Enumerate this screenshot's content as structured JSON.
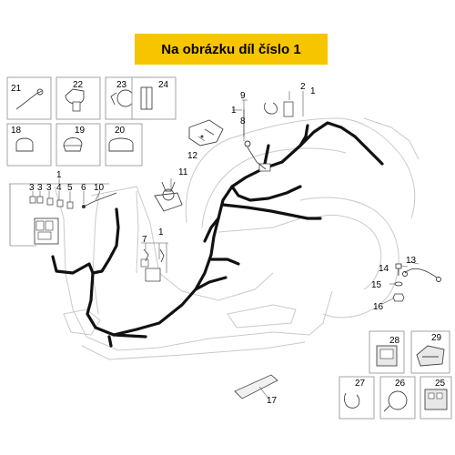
{
  "header": {
    "title": "Na obrázku díl číslo 1",
    "accent_color": "#f7c400"
  },
  "labels": {
    "p1_top": "1",
    "p1_mid": "1",
    "p1_left": "1",
    "p1_center": "1",
    "p2": "2",
    "p3a": "3",
    "p3b": "3",
    "p3c": "3",
    "p4": "4",
    "p5": "5",
    "p6": "6",
    "p7": "7",
    "p8": "8",
    "p9": "9",
    "p10": "10",
    "p11": "11",
    "p12": "12",
    "p13": "13",
    "p14": "14",
    "p15": "15",
    "p16": "16",
    "p17": "17",
    "p18": "18",
    "p19": "19",
    "p20": "20",
    "p21": "21",
    "p22": "22",
    "p23": "23",
    "p24": "24",
    "p25": "25",
    "p26": "26",
    "p27": "27",
    "p28": "28",
    "p29": "29"
  },
  "icons": {
    "harness": "wiring-harness-icon",
    "clip": "cable-clip-icon",
    "tie": "cable-tie-icon",
    "bracket": "bracket-icon",
    "screw": "screw-icon",
    "ground": "ground-cable-icon",
    "cover": "cover-icon"
  }
}
